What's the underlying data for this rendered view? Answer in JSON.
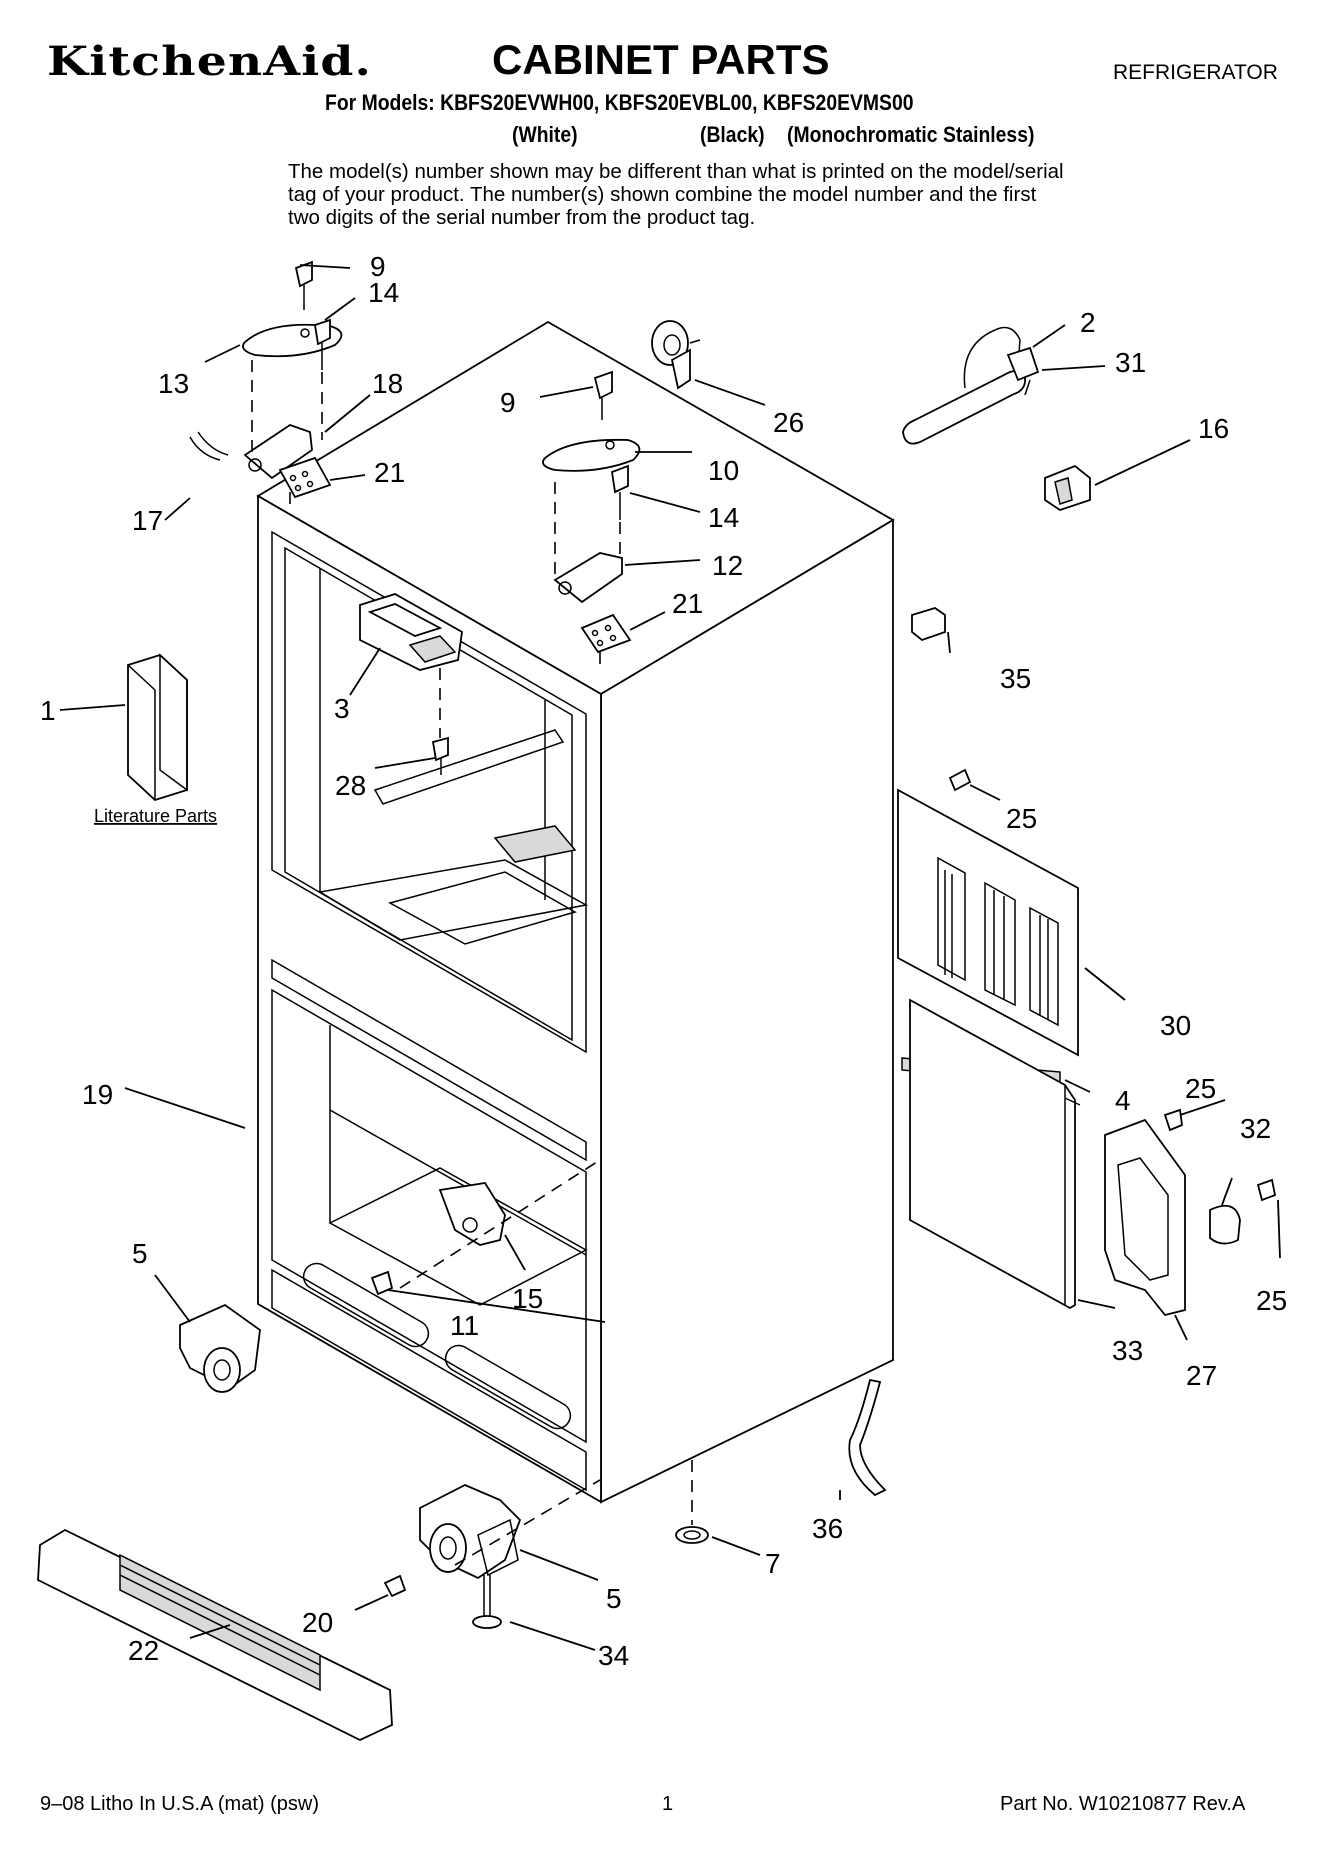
{
  "header": {
    "brand": "KitchenAid.",
    "title": "CABINET PARTS",
    "appliance": "REFRIGERATOR",
    "models_line": "For Models: KBFS20EVWH00, KBFS20EVBL00, KBFS20EVMS00",
    "variants": [
      "(White)",
      "(Black)",
      "(Monochromatic Stainless)"
    ],
    "note": "The model(s) number shown may be different than what is printed on the model/serial tag of your product. The number(s) shown combine the model number and the first two digits of the serial number from the product tag."
  },
  "diagram": {
    "literature_label": "Literature Parts",
    "callouts": [
      "1",
      "2",
      "3",
      "4",
      "5",
      "5",
      "7",
      "9",
      "9",
      "10",
      "11",
      "12",
      "13",
      "14",
      "14",
      "15",
      "16",
      "17",
      "18",
      "19",
      "20",
      "21",
      "21",
      "22",
      "25",
      "25",
      "25",
      "26",
      "27",
      "28",
      "30",
      "31",
      "32",
      "33",
      "34",
      "35",
      "36"
    ]
  },
  "footer": {
    "litho": "9–08 Litho In U.S.A (mat) (psw)",
    "page": "1",
    "part_no": "Part No. W10210877 Rev.A"
  }
}
